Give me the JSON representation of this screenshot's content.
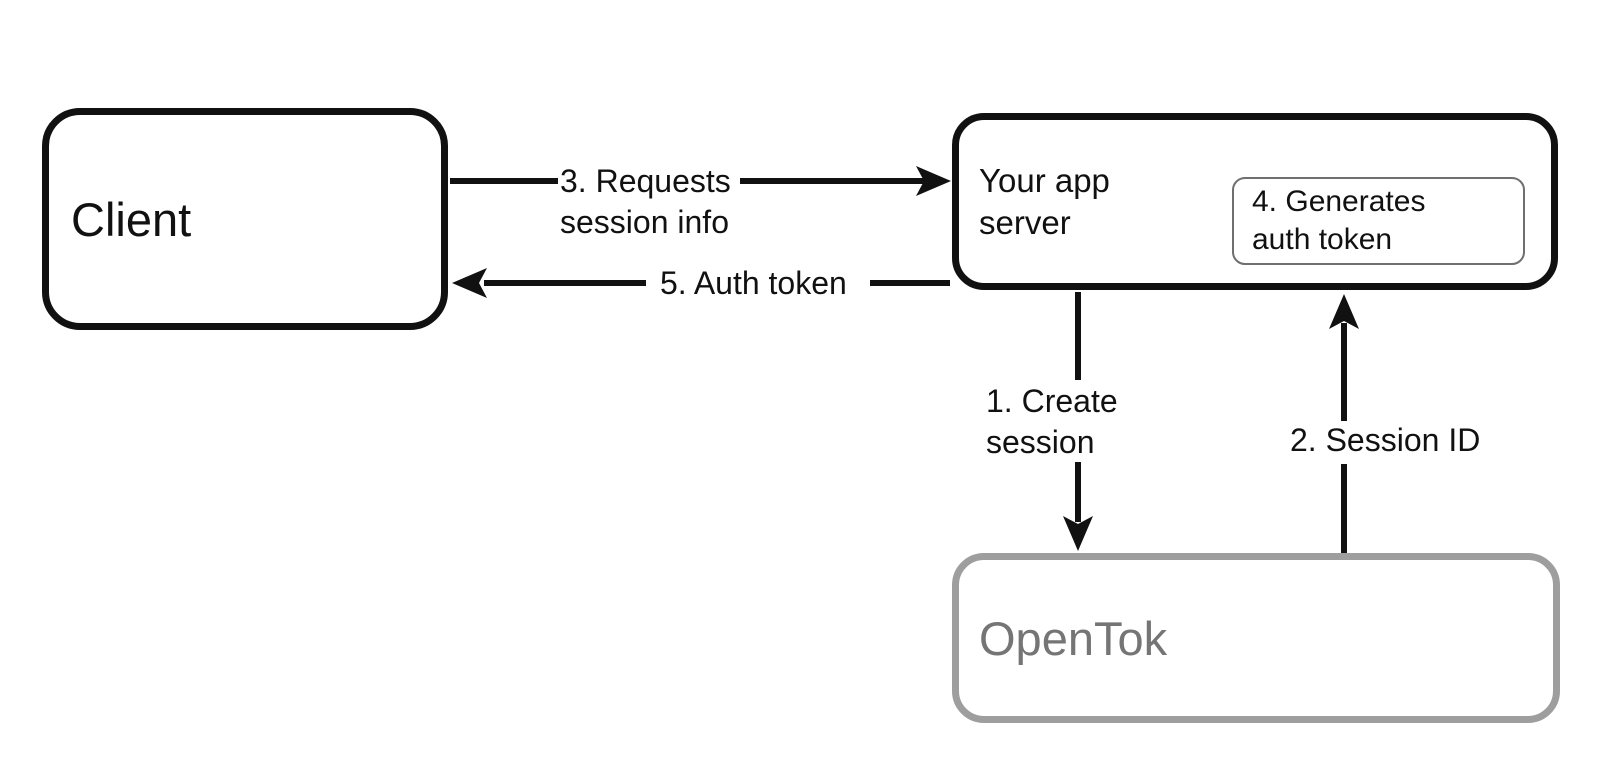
{
  "diagram": {
    "background": "#ffffff",
    "nodes": {
      "client": {
        "label": "Client"
      },
      "app_server": {
        "label": "Your app server"
      },
      "generates_token": {
        "label": "4. Generates auth token"
      },
      "opentok": {
        "label": "OpenTok"
      }
    },
    "edges": [
      {
        "id": "create-session",
        "label": "1. Create session",
        "from": "app_server",
        "to": "opentok",
        "direction": "down"
      },
      {
        "id": "session-id",
        "label": "2. Session ID",
        "from": "opentok",
        "to": "app_server",
        "direction": "up"
      },
      {
        "id": "requests-session-info",
        "label": "3. Requests session info",
        "from": "client",
        "to": "app_server",
        "direction": "right"
      },
      {
        "id": "auth-token",
        "label": "5. Auth token",
        "from": "app_server",
        "to": "client",
        "direction": "left"
      }
    ],
    "colors": {
      "node_border": "#111111",
      "arrow": "#111111",
      "text": "#111111",
      "opentok_border": "#9e9e9e",
      "opentok_text": "#757575",
      "inner_box_border": "#6f6f6f"
    }
  }
}
